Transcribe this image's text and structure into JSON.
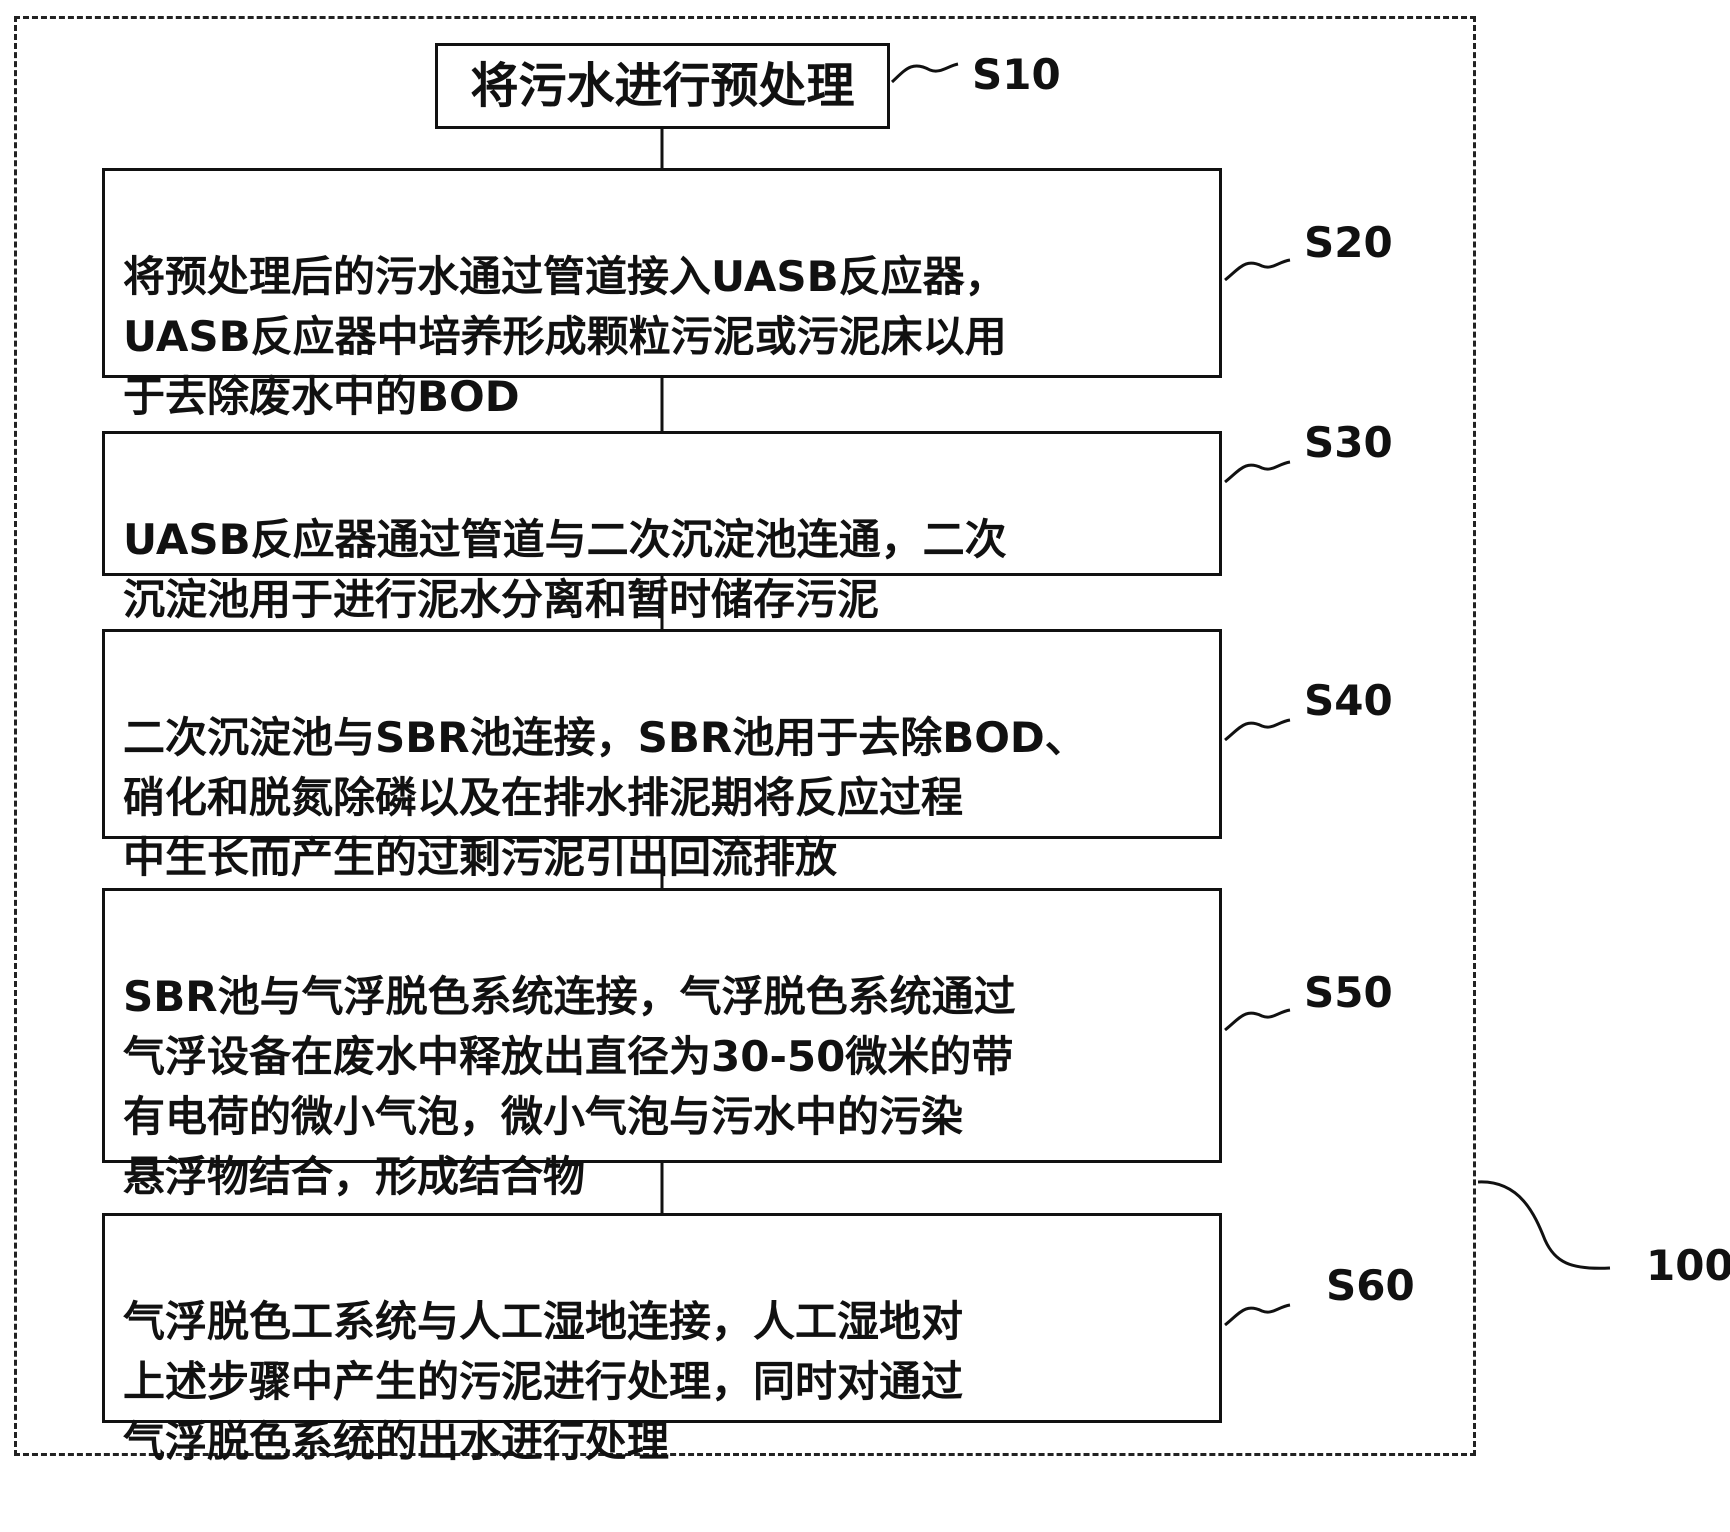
{
  "diagram": {
    "container_label": "100",
    "steps": [
      {
        "id": "S10",
        "text": "将污水进行预处理"
      },
      {
        "id": "S20",
        "text": "将预处理后的污水通过管道接入UASB反应器，\nUASB反应器中培养形成颗粒污泥或污泥床以用\n于去除废水中的BOD"
      },
      {
        "id": "S30",
        "text": "UASB反应器通过管道与二次沉淀池连通，二次\n沉淀池用于进行泥水分离和暂时储存污泥"
      },
      {
        "id": "S40",
        "text": "二次沉淀池与SBR池连接，SBR池用于去除BOD、\n硝化和脱氮除磷以及在排水排泥期将反应过程\n中生长而产生的过剩污泥引出回流排放"
      },
      {
        "id": "S50",
        "text": "SBR池与气浮脱色系统连接，气浮脱色系统通过\n气浮设备在废水中释放出直径为30-50微米的带\n有电荷的微小气泡，微小气泡与污水中的污染\n悬浮物结合，形成结合物"
      },
      {
        "id": "S60",
        "text": "气浮脱色工系统与人工湿地连接，人工湿地对\n上述步骤中产生的污泥进行处理，同时对通过\n气浮脱色系统的出水进行处理"
      }
    ]
  }
}
